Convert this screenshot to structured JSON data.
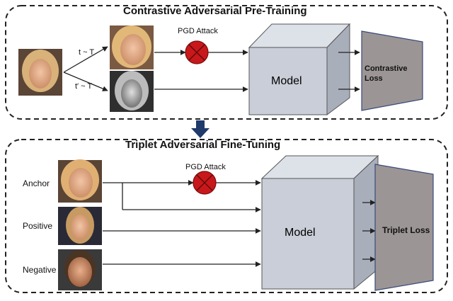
{
  "top": {
    "title": "Contrastive Adversarial Pre-Training",
    "aug1": "t ~ T",
    "aug2": "t′ ~ T",
    "attack": "PGD Attack",
    "model": "Model",
    "loss": "Contrastive\nLoss"
  },
  "bottom": {
    "title": "Triplet Adversarial Fine-Tuning",
    "anchor": "Anchor",
    "positive": "Positive",
    "negative": "Negative",
    "attack": "PGD Attack",
    "model": "Model",
    "loss": "Triplet Loss"
  },
  "colors": {
    "cube_front": "#c9ced8",
    "cube_top": "#dde1e8",
    "cube_side": "#a9aebb",
    "loss_fill": "#9b9595",
    "attack_fill": "#c8181b",
    "down_arrow": "#1f3a6b"
  },
  "images": [
    "face-original",
    "face-color-augmented",
    "face-grayscale-augmented",
    "face-anchor",
    "face-positive",
    "face-negative"
  ]
}
